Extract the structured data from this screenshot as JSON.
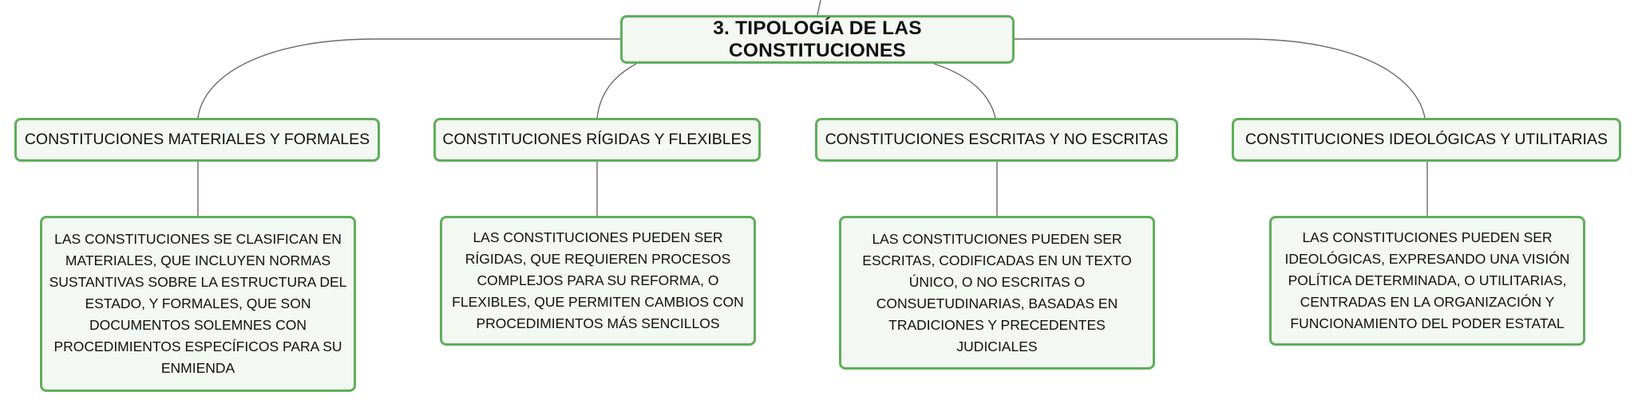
{
  "root": {
    "title": "3. TIPOLOGÍA DE LAS CONSTITUCIONES"
  },
  "categories": [
    {
      "label": "CONSTITUCIONES MATERIALES Y FORMALES",
      "description": "LAS CONSTITUCIONES SE CLASIFICAN EN MATERIALES, QUE INCLUYEN NORMAS SUSTANTIVAS SOBRE LA ESTRUCTURA DEL ESTADO, Y FORMALES, QUE SON DOCUMENTOS SOLEMNES CON PROCEDIMIENTOS ESPECÍFICOS PARA SU ENMIENDA"
    },
    {
      "label": "CONSTITUCIONES RÍGIDAS Y FLEXIBLES",
      "description": "LAS CONSTITUCIONES PUEDEN SER RÍGIDAS, QUE REQUIEREN PROCESOS COMPLEJOS PARA SU REFORMA, O FLEXIBLES, QUE PERMITEN CAMBIOS CON PROCEDIMIENTOS MÁS SENCILLOS"
    },
    {
      "label": "CONSTITUCIONES ESCRITAS Y NO ESCRITAS",
      "description": "LAS CONSTITUCIONES PUEDEN SER ESCRITAS, CODIFICADAS EN UN TEXTO ÚNICO, O NO ESCRITAS O CONSUETUDINARIAS, BASADAS EN TRADICIONES Y PRECEDENTES JUDICIALES"
    },
    {
      "label": "CONSTITUCIONES IDEOLÓGICAS Y UTILITARIAS",
      "description": "LAS CONSTITUCIONES PUEDEN SER IDEOLÓGICAS, EXPRESANDO UNA VISIÓN POLÍTICA DETERMINADA, O UTILITARIAS, CENTRADAS EN LA ORGANIZACIÓN Y FUNCIONAMIENTO DEL PODER ESTATAL"
    }
  ],
  "colors": {
    "node_border": "#5fae5b",
    "node_fill": "#f3f8f2",
    "connector": "#6b6b6b"
  }
}
